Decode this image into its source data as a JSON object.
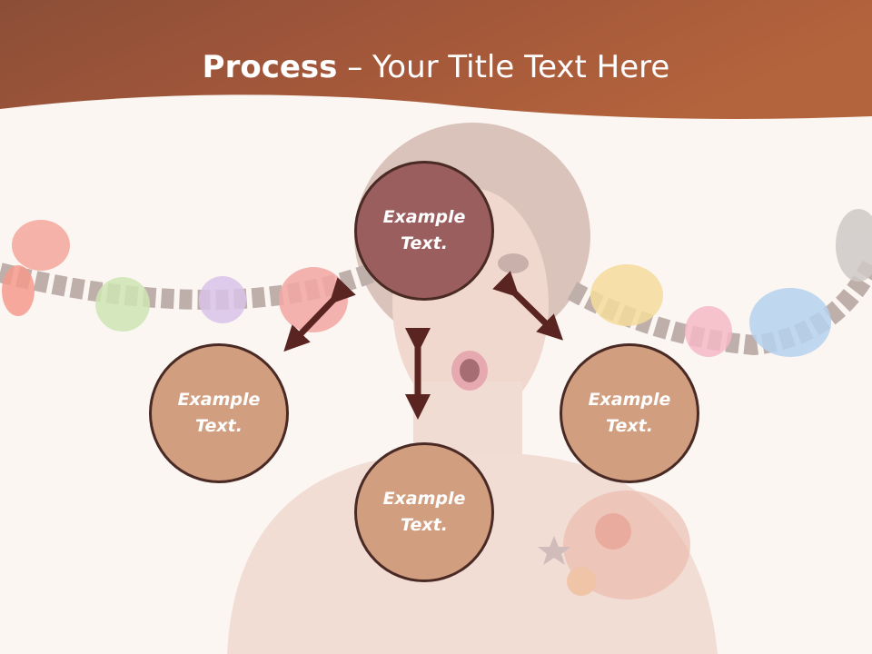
{
  "slide": {
    "title_bold": "Process",
    "title_dash": " – ",
    "title_rest": "Your Title Text Here"
  },
  "colors": {
    "header_band": "#b2623c",
    "background": "#fbf6f2",
    "main_circle": "#9a5e5e",
    "sub_circle": "#d19e80",
    "outline_and_arrows": "#5a2420"
  },
  "diagram": {
    "center": {
      "line1": "Example",
      "line2": "Text."
    },
    "left": {
      "line1": "Example",
      "line2": "Text."
    },
    "bottom": {
      "line1": "Example",
      "line2": "Text."
    },
    "right": {
      "line1": "Example",
      "line2": "Text."
    }
  }
}
